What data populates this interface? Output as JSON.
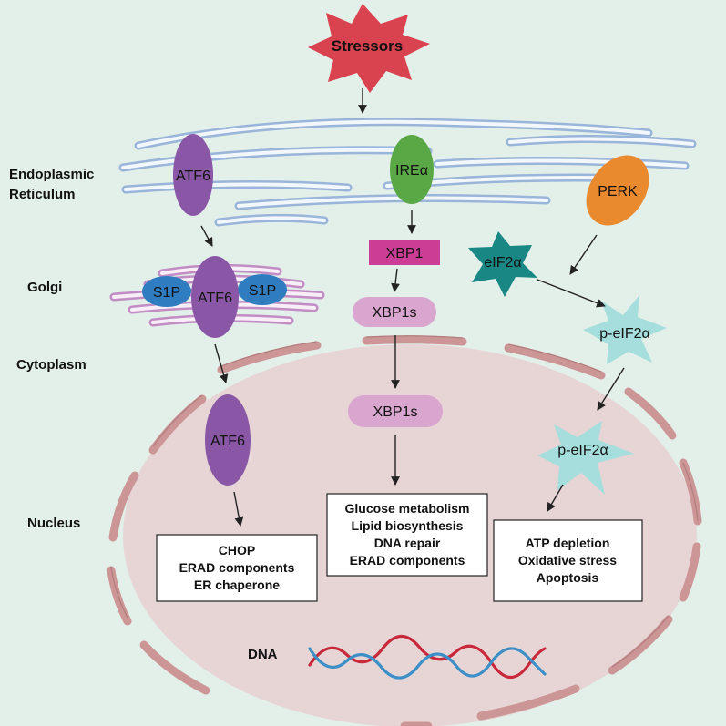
{
  "stressors": "Stressors",
  "labels": {
    "er_line1": "Endoplasmic",
    "er_line2": "Reticulum",
    "golgi": "Golgi",
    "cytoplasm": "Cytoplasm",
    "nucleus": "Nucleus",
    "dna": "DNA"
  },
  "proteins": {
    "atf6": "ATF6",
    "ire": "IREα",
    "perk": "PERK",
    "xbp1": "XBP1",
    "xbp1s": "XBP1s",
    "s1p": "S1P",
    "eif2a": "eIF2α",
    "p_eif2a": "p-eIF2α"
  },
  "boxes": {
    "atf6_targets": [
      "CHOP",
      "ERAD components",
      "ER chaperone"
    ],
    "xbp1_targets": [
      "Glucose metabolism",
      "Lipid biosynthesis",
      "DNA repair",
      "ERAD components"
    ],
    "perk_targets": [
      "ATP depletion",
      "Oxidative stress",
      "Apoptosis"
    ]
  },
  "colors": {
    "background": "#e3efe9",
    "stressor": "#d9434f",
    "atf6": "#8a57a6",
    "ire": "#5aa845",
    "perk": "#ea8a2e",
    "xbp1": "#cc3d95",
    "xbp1s": "#d9a6cf",
    "s1p": "#2f7cc0",
    "eif2a": "#198784",
    "p_eif2a": "#a5dedc",
    "er_membrane": "#9ab5da",
    "golgi_membrane": "#c28cc4",
    "nucleus_fill": "#e7d5d6",
    "nuclear_envelope": "#cc9696",
    "dna_red": "#c8283a",
    "dna_blue": "#3c8fc7"
  }
}
